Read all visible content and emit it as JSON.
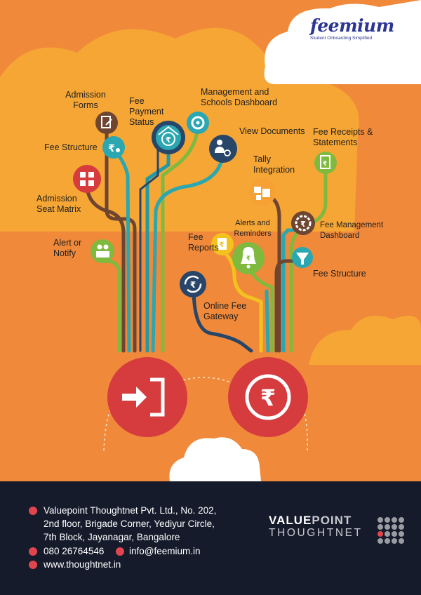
{
  "brand": {
    "name": "feemium",
    "tagline": "Student Onboarding Simplified"
  },
  "colors": {
    "background": "#f0893a",
    "cloud": "#f7a733",
    "footer": "#151b2b",
    "left_hub": "#d63b3e",
    "right_hub": "#d63b3e",
    "lime": "#7fba3e",
    "teal": "#2aa7b0",
    "brown": "#6e4530",
    "navy": "#27466a",
    "yellow": "#f4c21f",
    "orange": "#f7a033"
  },
  "left_tree": {
    "hub_icon": "login-arrow-icon",
    "nodes": [
      {
        "label": "Admission Forms",
        "icon": "form-icon"
      },
      {
        "label": "Fee Payment Status",
        "icon": "rupee-house-icon"
      },
      {
        "label": "Management and Schools Dashboard",
        "icon": "dashboard-icon"
      },
      {
        "label": "View Documents",
        "icon": "people-view-icon"
      },
      {
        "label": "Fee Structure",
        "icon": "rupee-eye-icon"
      },
      {
        "label": "Admission Seat Matrix",
        "icon": "grid-icon"
      },
      {
        "label": "Alert or Notify",
        "icon": "notify-people-icon"
      }
    ]
  },
  "right_tree": {
    "hub_icon": "rupee-icon",
    "nodes": [
      {
        "label": "Fee Receipts & Statements",
        "icon": "receipt-icon"
      },
      {
        "label": "Tally Integration",
        "icon": "tally-icon"
      },
      {
        "label": "Fee Management Dashboard",
        "icon": "rupee-gear-icon"
      },
      {
        "label": "Alerts and Reminders",
        "icon": "bell-icon"
      },
      {
        "label": "Fee Reports",
        "icon": "rupee-report-icon"
      },
      {
        "label": "Fee Structure",
        "icon": "funnel-icon"
      },
      {
        "label": "Online Fee Gateway",
        "icon": "rupee-cycle-icon"
      }
    ]
  },
  "footer": {
    "address_line1": "Valuepoint Thoughtnet Pvt. Ltd., No. 202,",
    "address_line2": "2nd floor, Brigade Corner, Yediyur Circle,",
    "address_line3": "7th Block, Jayanagar, Bangalore",
    "phone": "080 26764546",
    "email": "info@feemium.in",
    "website": "www.thoughtnet.in",
    "company_word1": "VALUE",
    "company_word2": "POINT",
    "company_word3": "THOUGHTNET"
  }
}
